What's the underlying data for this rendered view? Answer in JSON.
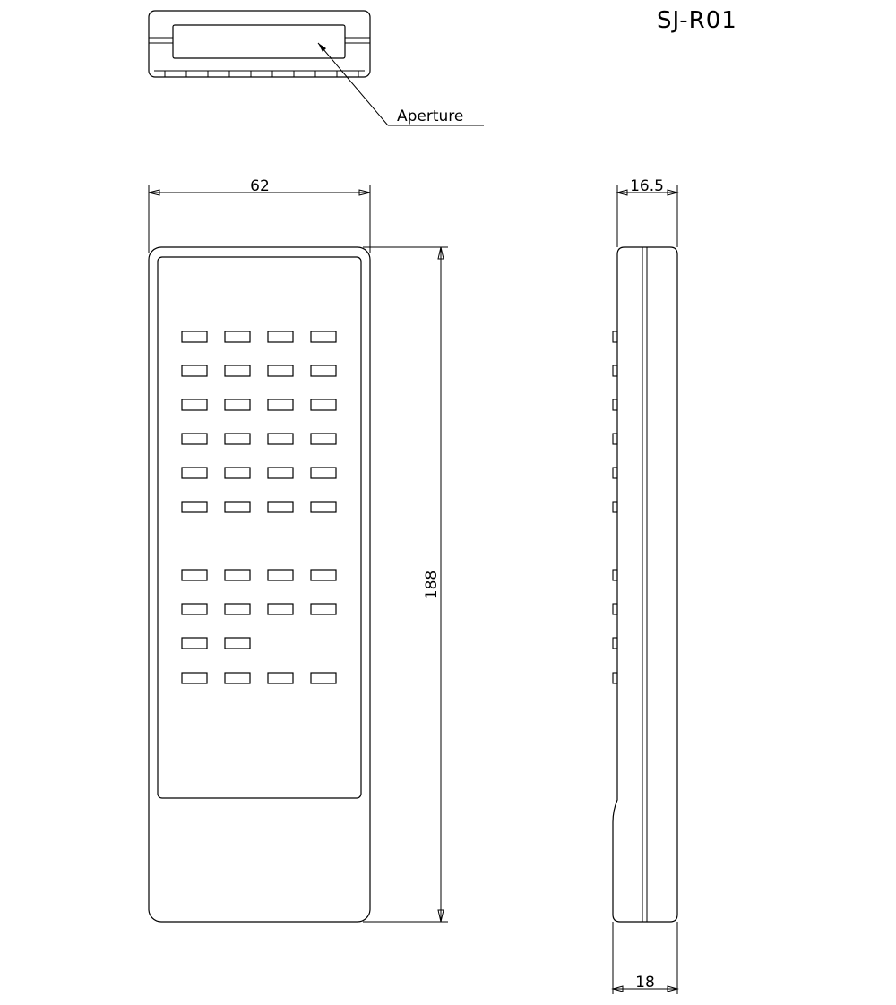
{
  "title": "SJ-R01",
  "callout": {
    "label": "Aperture"
  },
  "dimensions": {
    "width": "62",
    "height": "188",
    "top_depth": "16.5",
    "bottom_depth": "18"
  },
  "buttons": {
    "rows": [
      4,
      4,
      4,
      4,
      4,
      4,
      4,
      4,
      2,
      4
    ],
    "side_count": 10
  },
  "colors": {
    "line": "#000000",
    "background": "#ffffff"
  }
}
